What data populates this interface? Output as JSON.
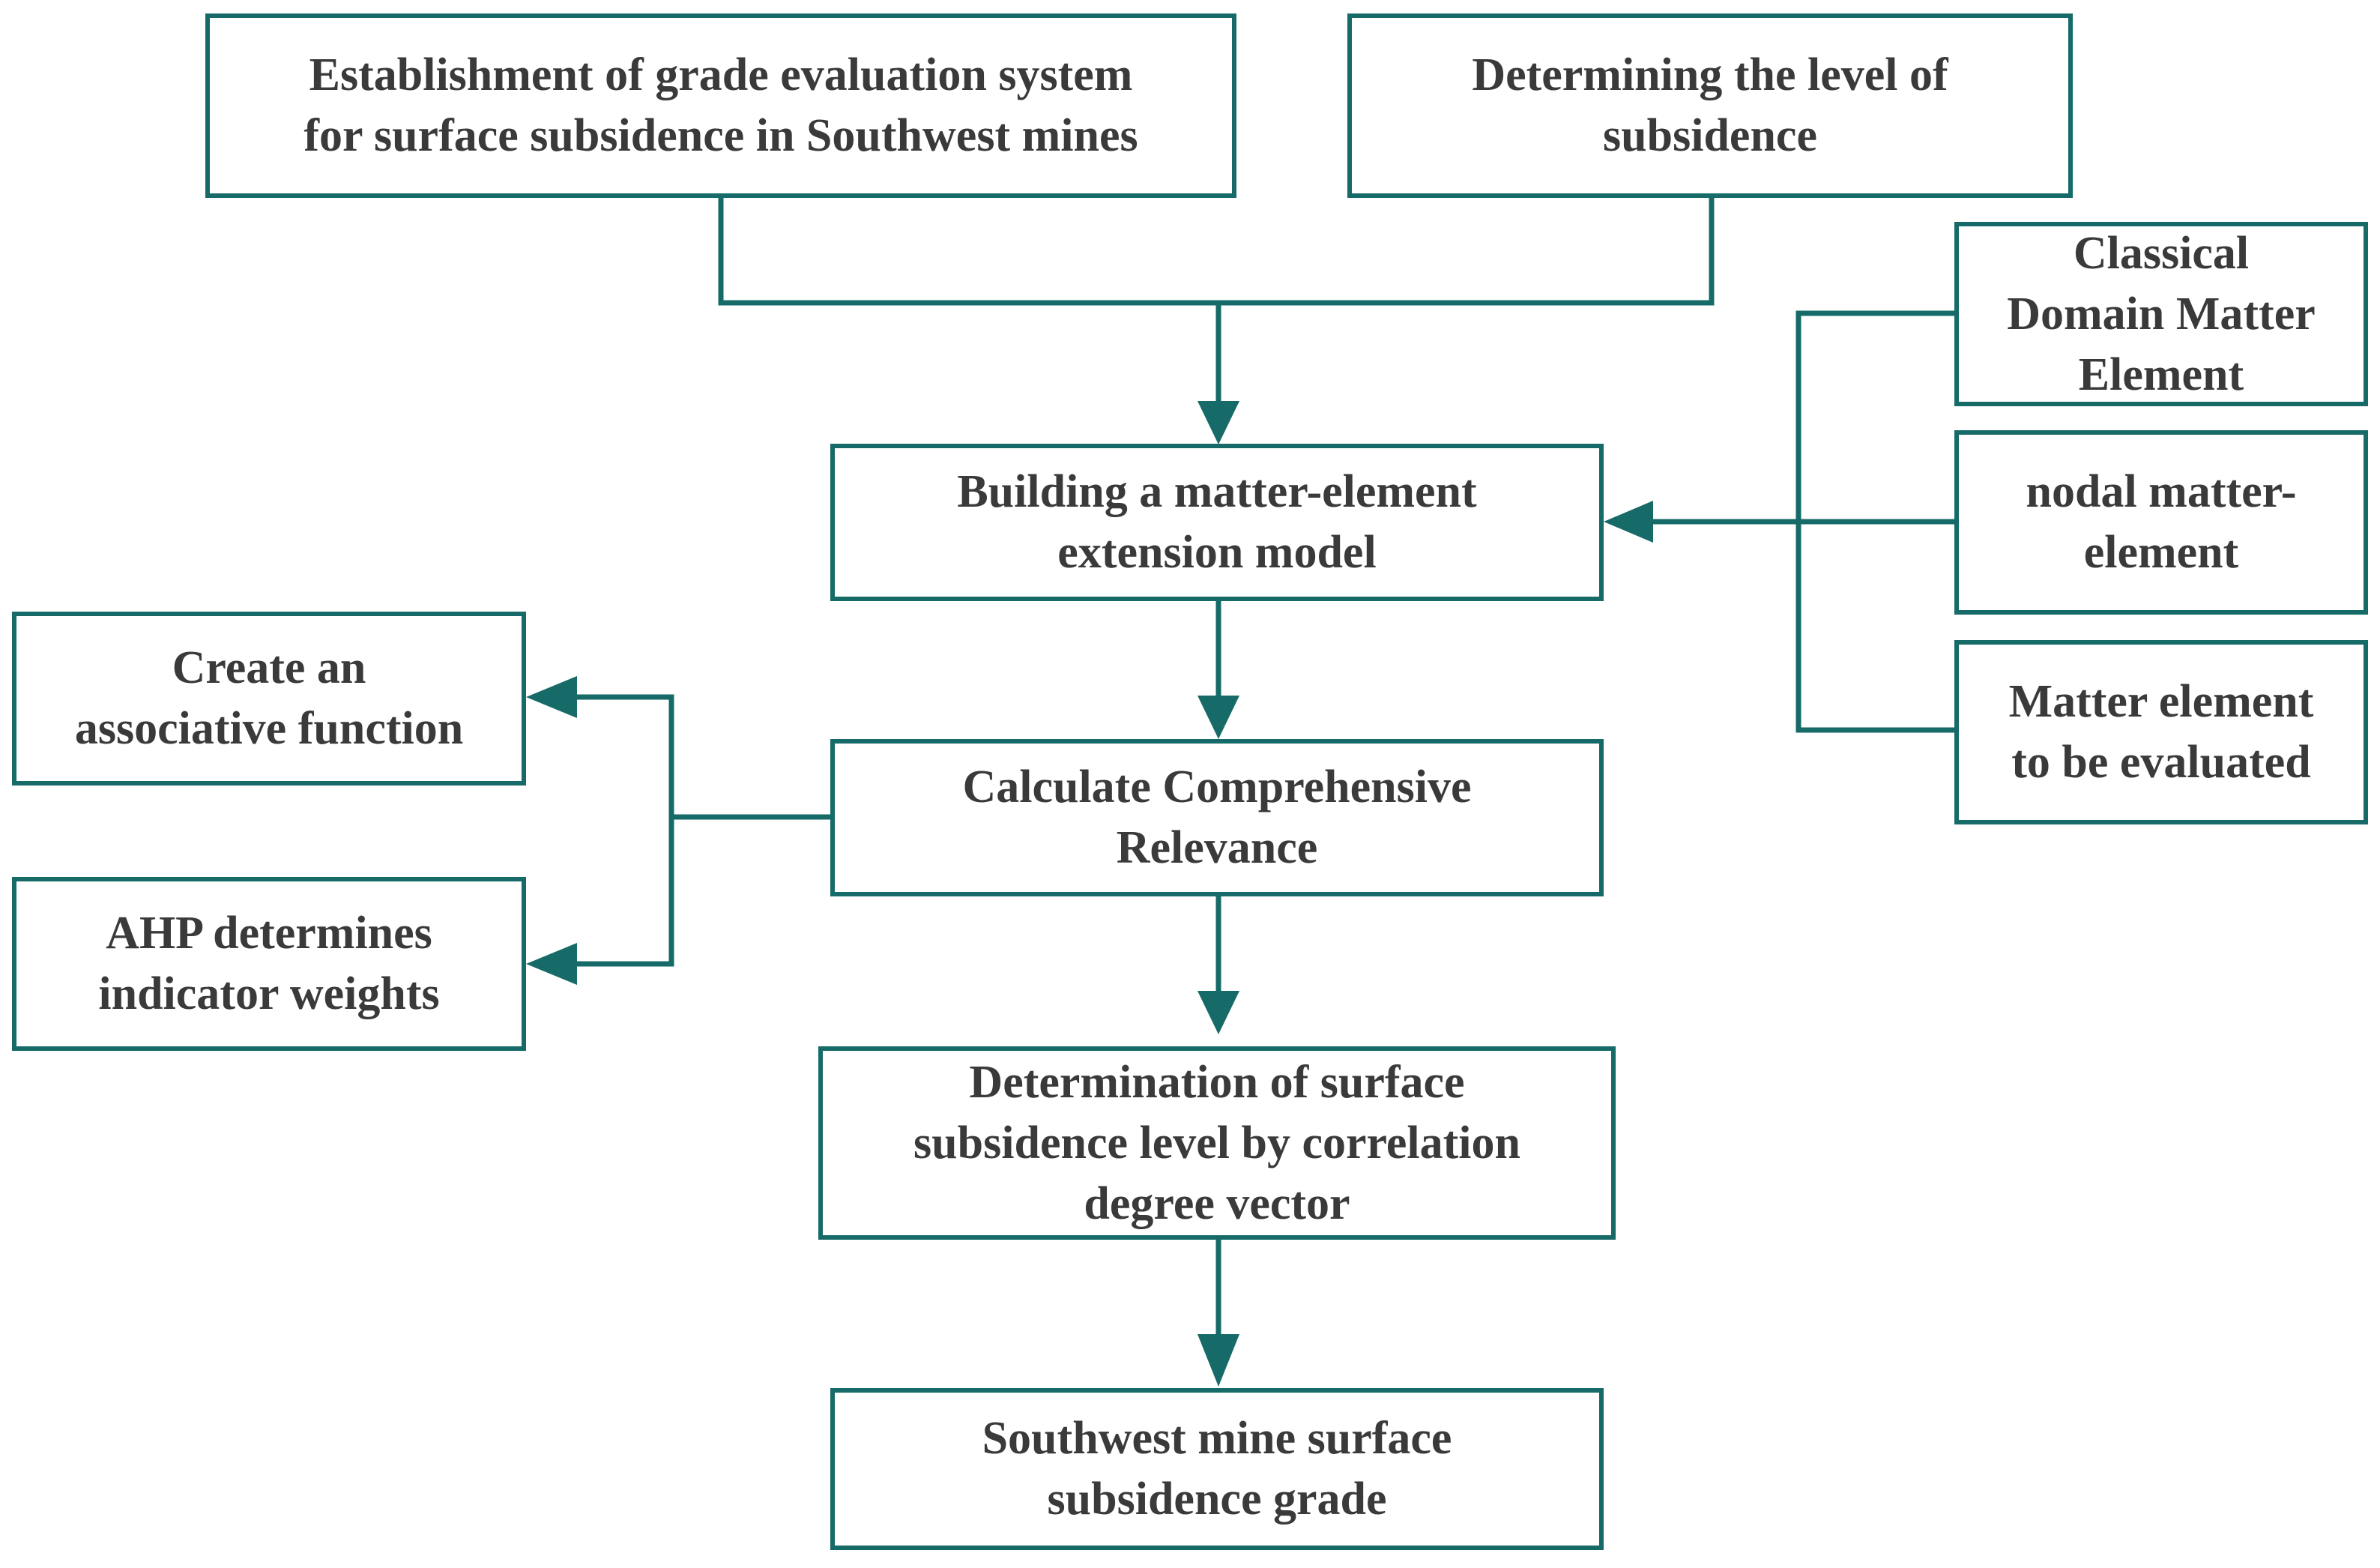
{
  "colors": {
    "line": "#166b68",
    "text": "#3a3a3a",
    "background": "#ffffff"
  },
  "nodes": {
    "establishment": "Establishment of grade evaluation system\nfor surface subsidence in Southwest mines",
    "determining_level": "Determining the level of\nsubsidence",
    "classical_domain": "Classical\nDomain Matter\nElement",
    "nodal_matter": "nodal matter-\nelement",
    "matter_evaluated": "Matter element\nto be evaluated",
    "building_model": "Building a matter-element\nextension model",
    "create_function": "Create an\nassociative function",
    "ahp_weights": "AHP determines\nindicator weights",
    "calculate_relevance": "Calculate Comprehensive\nRelevance",
    "determination_level": "Determination of surface\nsubsidence level by correlation\ndegree vector",
    "final_grade": "Southwest mine surface\nsubsidence grade"
  }
}
